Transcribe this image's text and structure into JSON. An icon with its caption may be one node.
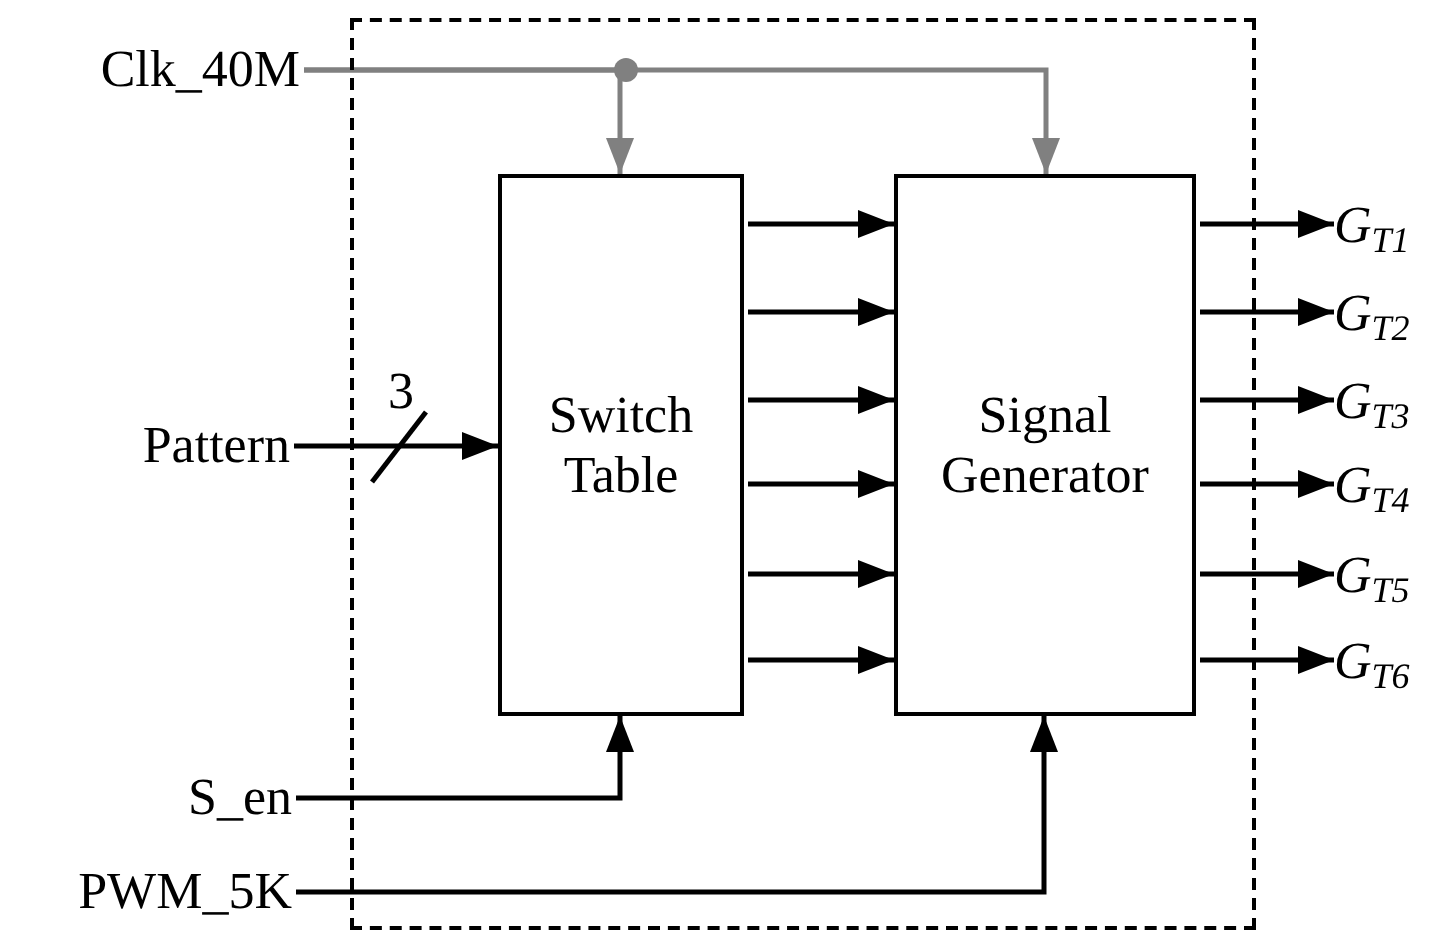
{
  "diagram": {
    "nodes": [
      {
        "text": [],
        "shape": "box"
      },
      {
        "text": [
          "Switch Table"
        ],
        "in": 0
      },
      {
        "text": [
          "Signal Generator"
        ],
        "in": 0
      },
      {
        "text": [
          "Clk_40M"
        ]
      },
      {
        "text": [
          "Pattern"
        ]
      },
      {
        "text": [
          "S_en"
        ]
      },
      {
        "text": [
          "PWM_5K"
        ]
      },
      {
        "text": [
          "G$_{T1}$"
        ]
      },
      {
        "text": [
          "G$_{T2}$"
        ]
      },
      {
        "text": [
          "G$_{T3}$"
        ]
      },
      {
        "text": [
          "G$_{T4}$"
        ]
      },
      {
        "text": [
          "G$_{T5}$"
        ]
      },
      {
        "text": [
          "G$_{T6}$"
        ]
      }
    ],
    "edges": [
      {
        "from": 3,
        "to": 1,
        "arrow": "to",
        "color": "#808080"
      },
      {
        "from": 3,
        "to": 2,
        "arrow": "to",
        "color": "#808080"
      },
      {
        "from": 4,
        "to": 1,
        "arrow": "to"
      },
      {
        "from": 1,
        "to": 2,
        "arrow": "to"
      },
      {
        "from": 1,
        "to": 2,
        "arrow": "to"
      },
      {
        "from": 1,
        "to": 2,
        "arrow": "to"
      },
      {
        "from": 1,
        "to": 2,
        "arrow": "to"
      },
      {
        "from": 1,
        "to": 2,
        "arrow": "to"
      },
      {
        "from": 1,
        "to": 2,
        "arrow": "to"
      },
      {
        "from": 5,
        "to": 1,
        "arrow": "to"
      },
      {
        "from": 6,
        "to": 2,
        "arrow": "to"
      },
      {
        "from": 2,
        "to": 7,
        "arrow": "to"
      },
      {
        "from": 2,
        "to": 8,
        "arrow": "to"
      },
      {
        "from": 2,
        "to": 9,
        "arrow": "to"
      },
      {
        "from": 2,
        "to": 10,
        "arrow": "to"
      },
      {
        "from": 2,
        "to": 11,
        "arrow": "to"
      },
      {
        "from": 2,
        "to": 12,
        "arrow": "to"
      }
    ],
    "labels": [
      "3"
    ]
  }
}
